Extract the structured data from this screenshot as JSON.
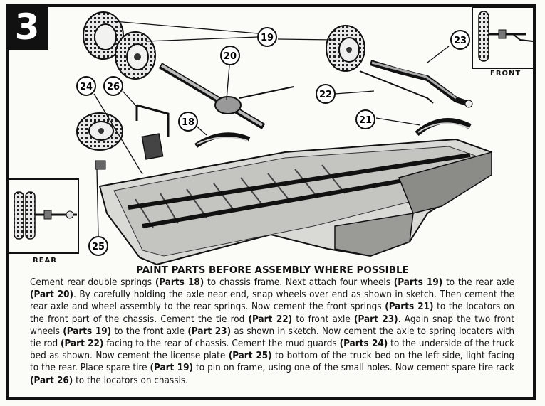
{
  "step": {
    "number": "3"
  },
  "callouts": {
    "c19": "19",
    "c20": "20",
    "c23": "23",
    "c24": "24",
    "c26": "26",
    "c22": "22",
    "c18": "18",
    "c21": "21",
    "c25": "25"
  },
  "insets": {
    "front_label": "FRONT",
    "rear_label": "REAR"
  },
  "heading": "PAINT PARTS BEFORE ASSEMBLY WHERE POSSIBLE",
  "instructions": [
    {
      "t": "Cement rear double springs ",
      "b": false
    },
    {
      "t": "(Parts 18)",
      "b": true
    },
    {
      "t": " to chassis frame. Next attach four wheels ",
      "b": false
    },
    {
      "t": "(Parts 19)",
      "b": true
    },
    {
      "t": " to the rear axle ",
      "b": false
    },
    {
      "t": "(Part 20)",
      "b": true
    },
    {
      "t": ". By carefully holding the axle near end, snap wheels over end as shown in sketch. Then cement the rear axle and wheel assembly to the rear springs. Now cement the front springs ",
      "b": false
    },
    {
      "t": "(Parts 21)",
      "b": true
    },
    {
      "t": " to the locators on the front part of the chassis. Cement the tie rod ",
      "b": false
    },
    {
      "t": "(Part 22)",
      "b": true
    },
    {
      "t": " to front axle ",
      "b": false
    },
    {
      "t": "(Part 23)",
      "b": true
    },
    {
      "t": ". Again snap the two front wheels ",
      "b": false
    },
    {
      "t": "(Parts 19)",
      "b": true
    },
    {
      "t": " to the front axle ",
      "b": false
    },
    {
      "t": "(Part 23)",
      "b": true
    },
    {
      "t": " as shown in sketch. Now cement the axle to spring locators with tie rod ",
      "b": false
    },
    {
      "t": "(Part 22)",
      "b": true
    },
    {
      "t": " facing to the rear of chassis. Cement the mud guards ",
      "b": false
    },
    {
      "t": "(Parts 24)",
      "b": true
    },
    {
      "t": " to the underside of the truck bed as shown. Now cement the license plate ",
      "b": false
    },
    {
      "t": "(Part 25)",
      "b": true
    },
    {
      "t": " to bottom of the truck bed on the left side, light facing to the rear.  Place  spare tire ",
      "b": false
    },
    {
      "t": "(Part 19)",
      "b": true
    },
    {
      "t": " to pin on frame, using one of the small holes. Now cement spare tire rack ",
      "b": false
    },
    {
      "t": "(Part 26)",
      "b": true
    },
    {
      "t": " to the locators on chassis.",
      "b": false
    }
  ]
}
